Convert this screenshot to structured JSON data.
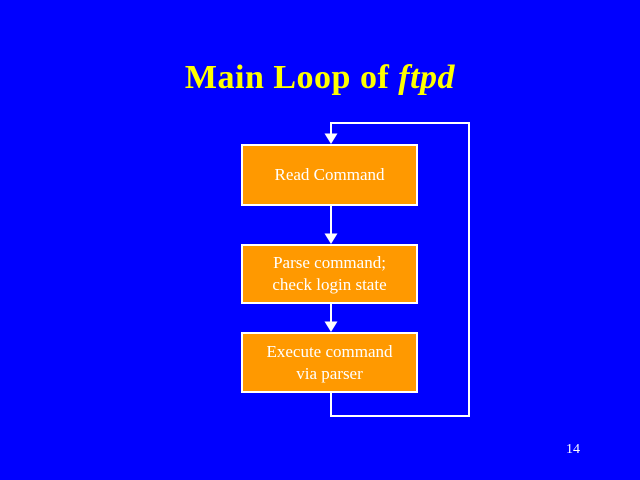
{
  "slide": {
    "title": {
      "prefix": "Main Loop of ",
      "emphasis": "ftpd"
    },
    "page_number": "14"
  },
  "flowchart": {
    "boxes": [
      {
        "name": "read-command",
        "lines": [
          "Read Command"
        ]
      },
      {
        "name": "parse-command",
        "lines": [
          "Parse command;",
          "check login state"
        ]
      },
      {
        "name": "execute-command",
        "lines": [
          "Execute command",
          "via parser"
        ]
      }
    ],
    "flow": "loop-back from bottom of execute-command to top of read-command"
  },
  "colors": {
    "background": "#0000ff",
    "title-text": "#ffff00",
    "box-fill": "#ff9900",
    "box-border": "#ffffff",
    "box-text": "#ffffff",
    "line": "#ffffff",
    "page-text": "#ffffff"
  }
}
